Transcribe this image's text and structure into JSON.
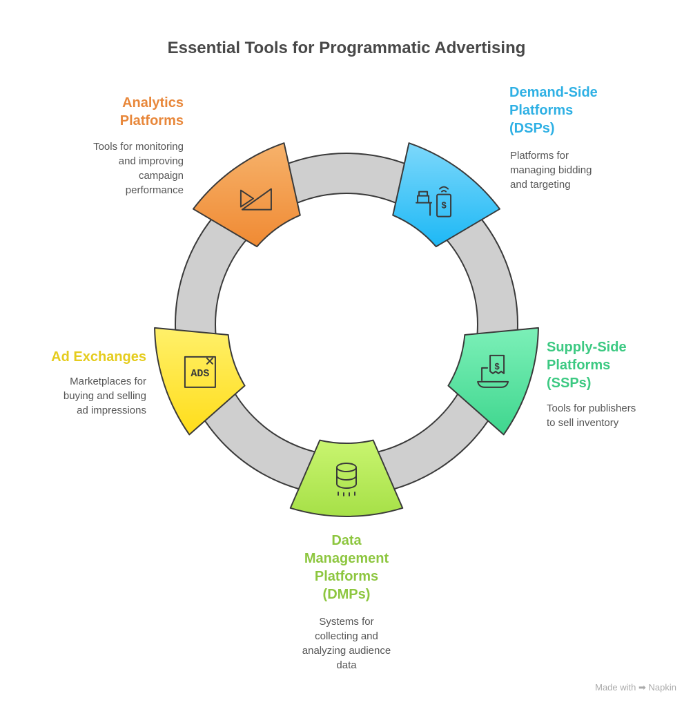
{
  "title": "Essential Tools for Programmatic Advertising",
  "items": [
    {
      "id": "analytics",
      "title_lines": [
        "Analytics",
        "Platforms"
      ],
      "desc_lines": [
        "Tools for monitoring",
        "and improving",
        "campaign",
        "performance"
      ],
      "color": "#E8873A",
      "fill_top": "#F6B26B",
      "fill_bottom": "#F08A33",
      "icon": "analytics-icon"
    },
    {
      "id": "dsp",
      "title_lines": [
        "Demand-Side",
        "Platforms",
        "(DSPs)"
      ],
      "desc_lines": [
        "Platforms for",
        "managing bidding",
        "and targeting"
      ],
      "color": "#2EB0E4",
      "fill_top": "#7DD8FB",
      "fill_bottom": "#1DB8F5",
      "icon": "bidding-icon"
    },
    {
      "id": "ssp",
      "title_lines": [
        "Supply-Side",
        "Platforms",
        "(SSPs)"
      ],
      "desc_lines": [
        "Tools for publishers",
        "to sell inventory"
      ],
      "color": "#3CC982",
      "fill_top": "#7CF0B8",
      "fill_bottom": "#3FD68E",
      "icon": "receipt-laptop-icon"
    },
    {
      "id": "dmp",
      "title_lines": [
        "Data",
        "Management",
        "Platforms",
        "(DMPs)"
      ],
      "desc_lines": [
        "Systems for",
        "collecting and",
        "analyzing audience",
        "data"
      ],
      "color": "#8DC63F",
      "fill_top": "#C9F570",
      "fill_bottom": "#A6E047",
      "icon": "database-icon"
    },
    {
      "id": "adx",
      "title_lines": [
        "Ad Exchanges"
      ],
      "desc_lines": [
        "Marketplaces for",
        "buying and selling",
        "ad impressions"
      ],
      "color": "#E5CC1E",
      "fill_top": "#FFF06A",
      "fill_bottom": "#FFDD1A",
      "icon": "ads-icon"
    }
  ],
  "footer": {
    "text": "Made with",
    "brand": "Napkin"
  }
}
